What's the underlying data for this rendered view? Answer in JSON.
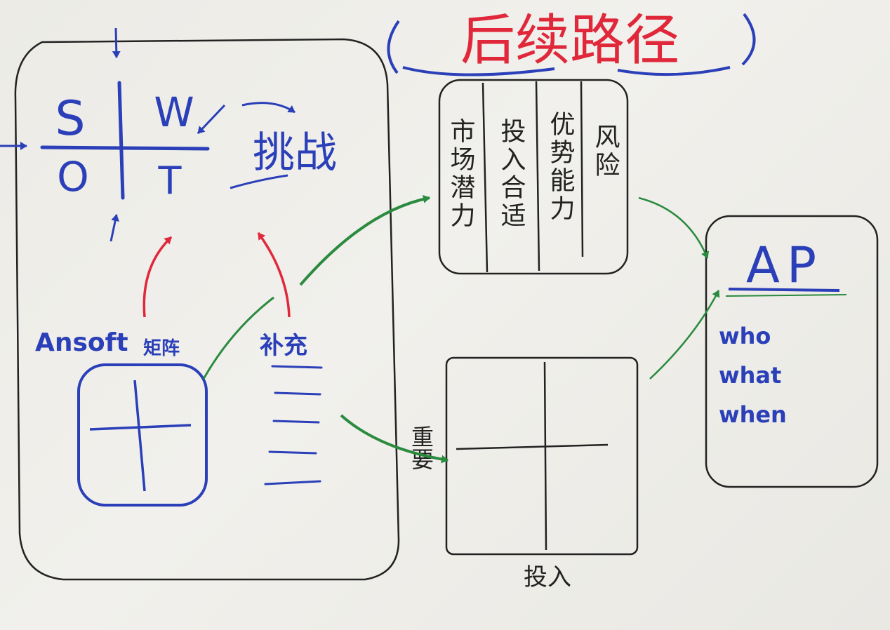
{
  "colors": {
    "paper": "#eeede8",
    "black": "#222222",
    "blue": "#2a3fb8",
    "red": "#e0283a",
    "green": "#2a8a3e"
  },
  "title": "后续路径",
  "swot": {
    "s": "S",
    "w": "W",
    "o": "O",
    "t": "T"
  },
  "challenge": "挑战",
  "ansoft": {
    "label": "Ansoft",
    "suffix": "矩阵"
  },
  "supplement": "补充",
  "criteria": {
    "columns": [
      "市场潜力",
      "投入合适",
      "优势能力",
      "风险"
    ]
  },
  "matrix": {
    "y_label": "重要",
    "x_label": "投入"
  },
  "ap": {
    "title": "AP",
    "items": [
      "who",
      "what",
      "when"
    ]
  }
}
